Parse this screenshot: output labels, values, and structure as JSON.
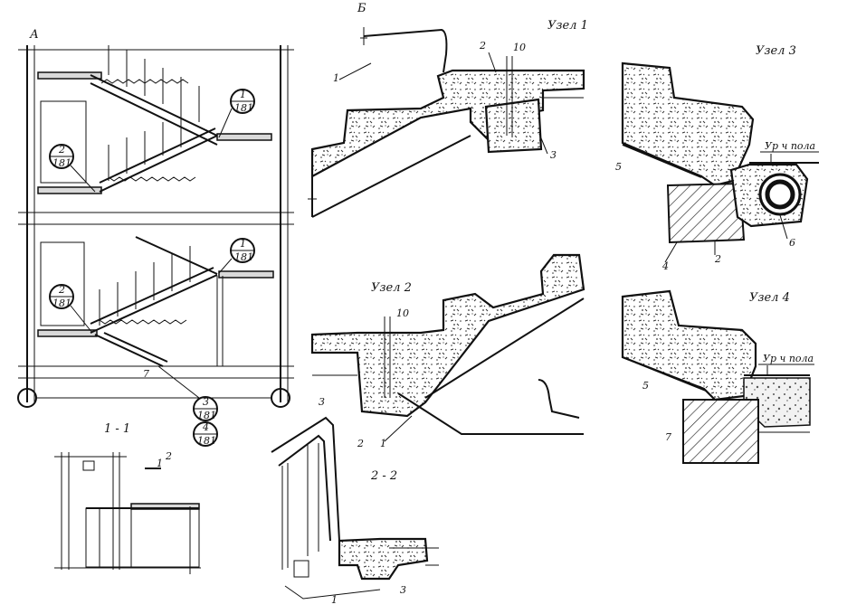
{
  "labels": {
    "axis_a": "А",
    "section_b": "Б",
    "node1": "Узел 1",
    "node2": "Узел 2",
    "node3": "Узел 3",
    "node4": "Узел 4",
    "section11": "1 - 1",
    "section22": "2 - 2",
    "level_floor3": "Ур ч пола",
    "level_floor4": "Ур ч пола",
    "mark_12": "1",
    "mark_2": "2"
  },
  "callouts": {
    "c1_top": "1",
    "c1_bot": "181",
    "c2_top": "2",
    "c2_bot": "181",
    "c3_top": "1",
    "c3_bot": "181",
    "c4_top": "2",
    "c4_bot": "181",
    "c5a_top": "3",
    "c5a_bot": "181",
    "c5b_top": "4",
    "c5b_bot": "181"
  },
  "dims": {
    "n1_gap": "10",
    "n2_gap": "10"
  },
  "numbers": {
    "n1_1": "1",
    "n1_2": "2",
    "n1_3": "3",
    "n2_1": "1",
    "n2_2": "2",
    "n2_3": "3",
    "n3_5": "5",
    "n3_4": "4",
    "n3_2": "2",
    "n3_6": "6",
    "n4_5": "5",
    "n4_7": "7",
    "s22_1": "1",
    "s22_3": "3",
    "plan_7": "7"
  }
}
